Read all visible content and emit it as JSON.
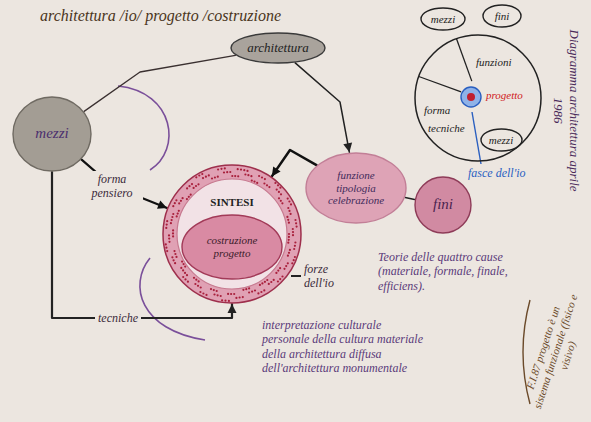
{
  "diagram": {
    "title": "architettura /io/ progetto /costruzione",
    "nodes": [
      {
        "text": [
          "architettura"
        ]
      },
      {
        "text": [
          "mezzi"
        ]
      },
      {
        "text": [
          "fini"
        ]
      },
      {
        "text": [
          "funzione tipologia celebrazione"
        ]
      },
      {
        "text": [
          "SINTESI"
        ]
      },
      {
        "text": [
          "costruzione progetto"
        ],
        "in": 4
      },
      {
        "text": [
          "funzioni",
          "forma",
          "tecniche"
        ]
      },
      {
        "text": [
          "mezzi"
        ]
      },
      {
        "text": [
          "fini"
        ]
      },
      {
        "text": [
          "mezzi"
        ],
        "in": 6
      },
      {
        "text": [
          "progetto"
        ],
        "in": 6
      }
    ],
    "edges": [
      {
        "from": 0,
        "to": 1,
        "arrow": "none"
      },
      {
        "from": 0,
        "to": 3,
        "arrow": "to"
      },
      {
        "from": 2,
        "to": 3,
        "arrow": "none"
      },
      {
        "from": 3,
        "to": 4,
        "arrow": "to"
      },
      {
        "from": 1,
        "to": 4,
        "label": "forma pensiero",
        "arrow": "to"
      },
      {
        "from": 1,
        "to": 4,
        "label": "tecniche",
        "arrow": "to"
      }
    ],
    "labels": [
      "forze dell'io",
      "Teorie delle quattro cause (materiale, formale, finale, efficiens).",
      "interpretazione culturale personale della cultura materiale della architettura diffusa dell'architettura monumentale",
      "fasce dell'io",
      "Diagramma architettura aprile 1986",
      "F.I.87 progetto è un sistema funzionale (fisico e visivo)"
    ]
  }
}
